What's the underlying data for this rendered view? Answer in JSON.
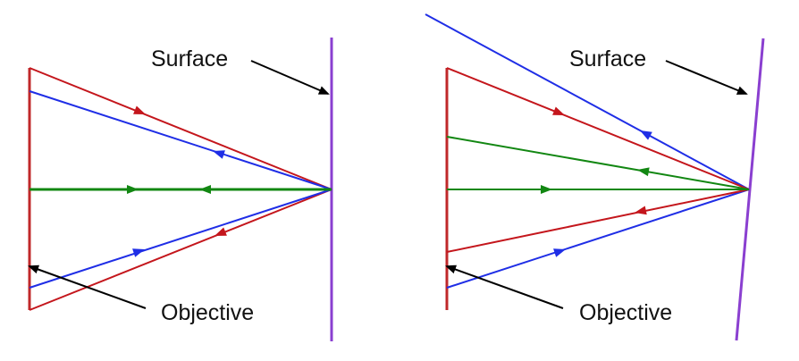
{
  "labels": {
    "left_surface": "Surface",
    "left_objective": "Objective",
    "right_surface": "Surface",
    "right_objective": "Objective"
  },
  "colors": {
    "objective": "#c0282a",
    "surface": "#8a3fd0",
    "red_ray": "#c4161c",
    "blue_ray": "#1f2ee6",
    "green_ray": "#128712",
    "pointer": "#000000"
  }
}
